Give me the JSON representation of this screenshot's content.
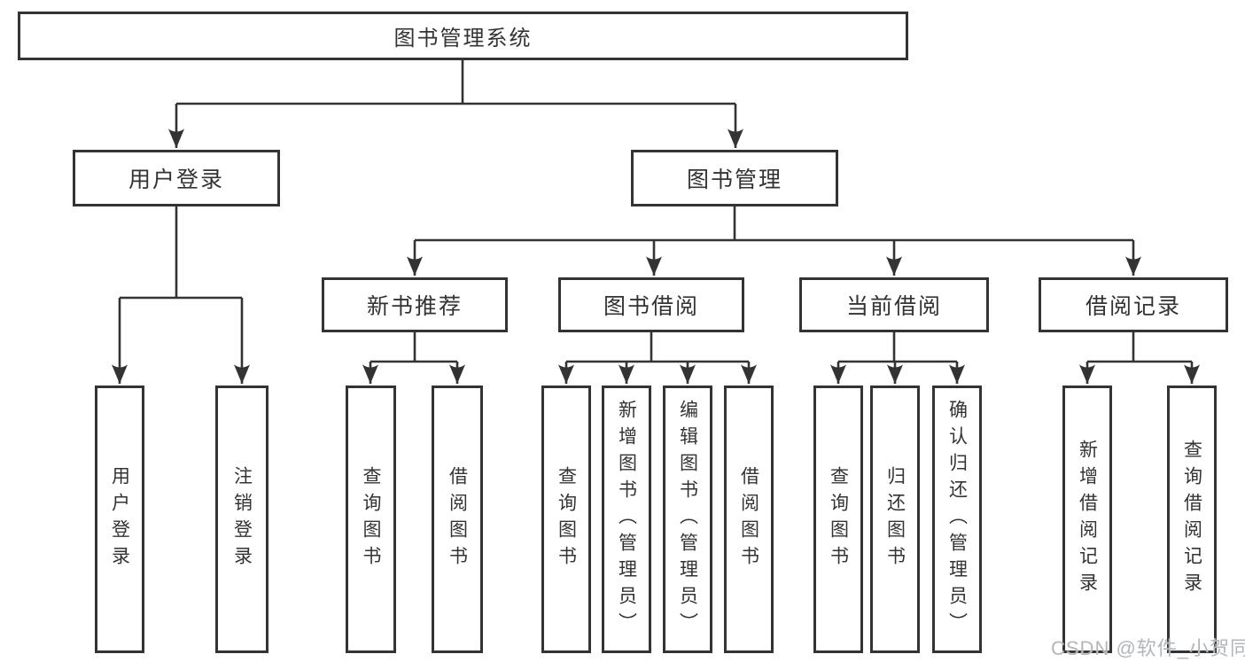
{
  "nodes": {
    "root": {
      "label": "图书管理系统"
    },
    "user_login": {
      "label": "用户登录",
      "children": [
        {
          "label": "用户登录"
        },
        {
          "label": "注销登录"
        }
      ]
    },
    "book_mgmt": {
      "label": "图书管理"
    },
    "new_books": {
      "label": "新书推荐",
      "children": [
        {
          "label": "查询图书"
        },
        {
          "label": "借阅图书"
        }
      ]
    },
    "book_borrow": {
      "label": "图书借阅",
      "children": [
        {
          "label": "查询图书"
        },
        {
          "label": "新增图书（管理员）"
        },
        {
          "label": "编辑图书（管理员）"
        },
        {
          "label": "借阅图书"
        }
      ]
    },
    "current_borrow": {
      "label": "当前借阅",
      "children": [
        {
          "label": "查询图书"
        },
        {
          "label": "归还图书"
        },
        {
          "label": "确认归还（管理员）"
        }
      ]
    },
    "borrow_records": {
      "label": "借阅记录",
      "children": [
        {
          "label": "新增借阅记录"
        },
        {
          "label": "查询借阅记录"
        }
      ]
    }
  },
  "watermark": {
    "text": "CSDN @软件_小贺同学"
  },
  "colors": {
    "line": "#333333",
    "text": "#333333",
    "background": "#ffffff",
    "watermark": "#b3b6b9"
  }
}
